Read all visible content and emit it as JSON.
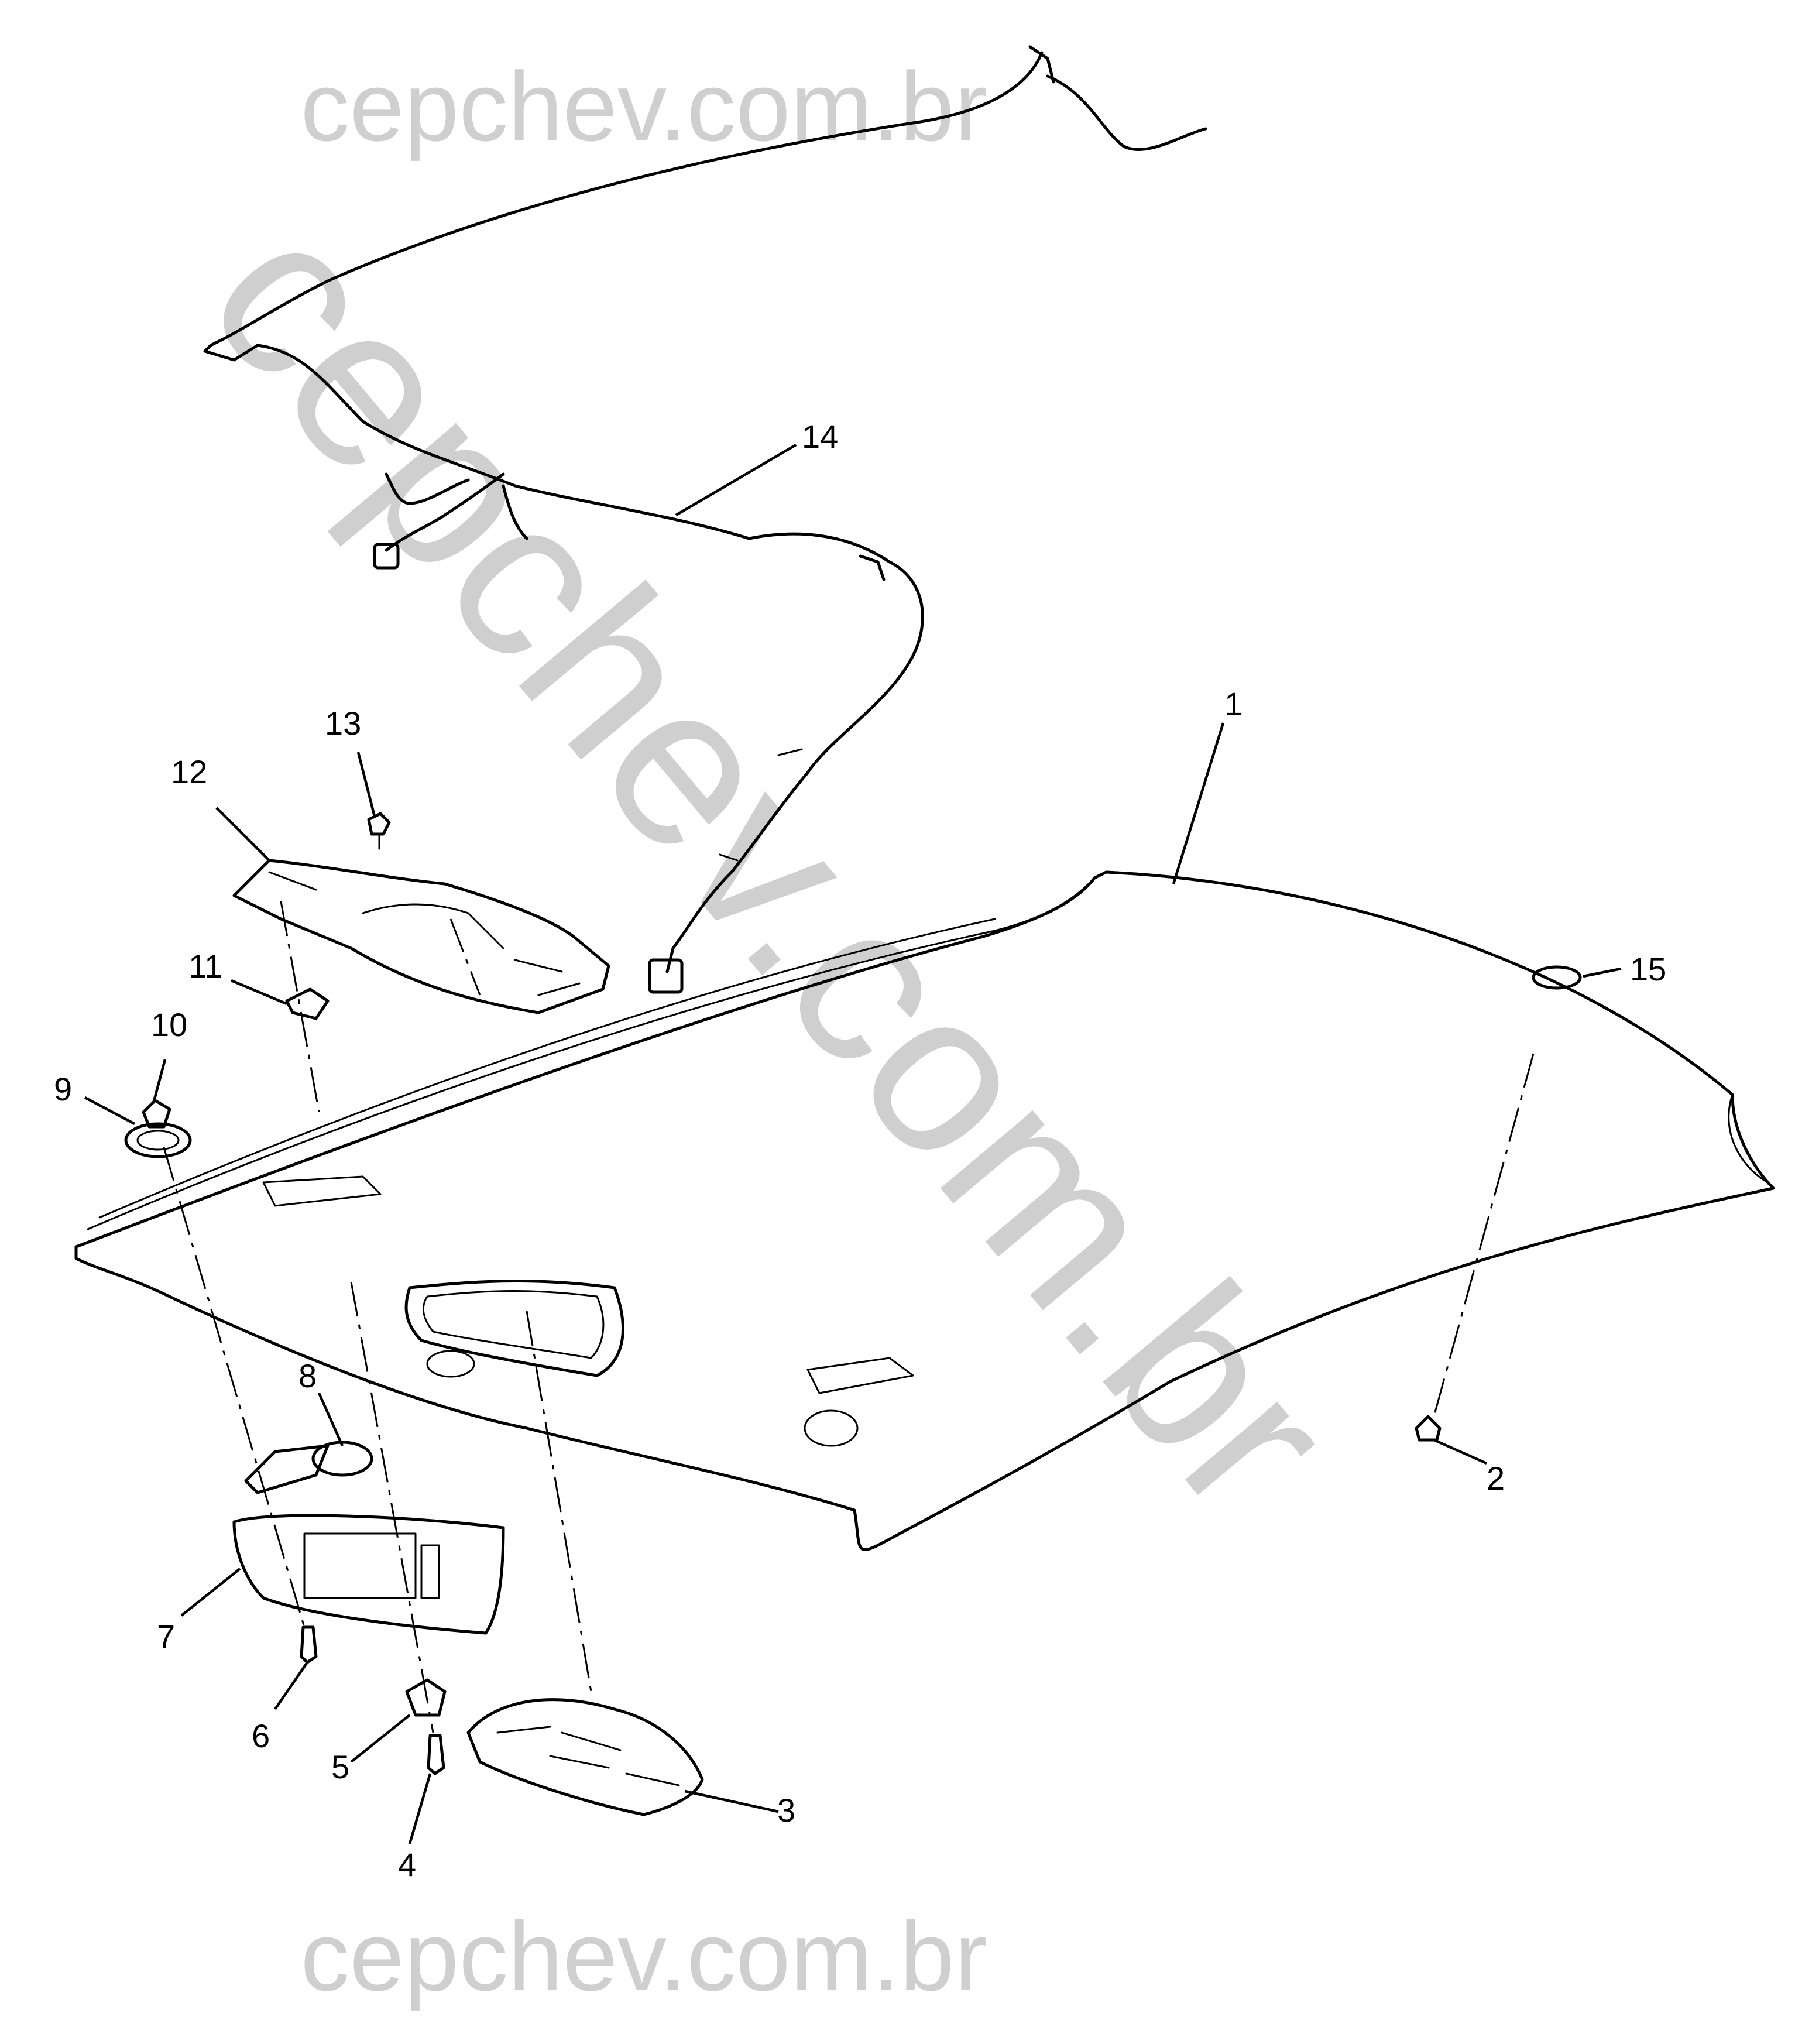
{
  "watermark": {
    "top": "cepchev.com.br",
    "diagonal": "cepchev.com.br",
    "bottom": "cepchev.com.br",
    "color": "#cfcfcf"
  },
  "parts": [
    {
      "id": "1",
      "label": "1"
    },
    {
      "id": "2",
      "label": "2"
    },
    {
      "id": "3",
      "label": "3"
    },
    {
      "id": "4",
      "label": "4"
    },
    {
      "id": "5",
      "label": "5"
    },
    {
      "id": "6",
      "label": "6"
    },
    {
      "id": "7",
      "label": "7"
    },
    {
      "id": "8",
      "label": "8"
    },
    {
      "id": "9",
      "label": "9"
    },
    {
      "id": "10",
      "label": "10"
    },
    {
      "id": "11",
      "label": "11"
    },
    {
      "id": "12",
      "label": "12"
    },
    {
      "id": "13",
      "label": "13"
    },
    {
      "id": "14",
      "label": "14"
    },
    {
      "id": "15",
      "label": "15"
    }
  ]
}
